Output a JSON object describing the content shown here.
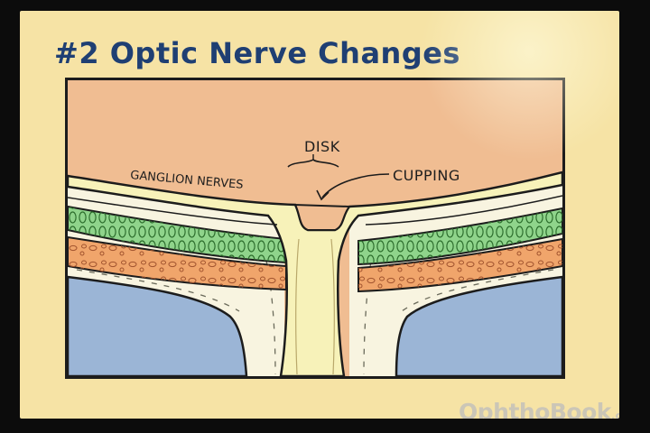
{
  "slide": {
    "title": "#2 Optic Nerve Changes"
  },
  "diagram": {
    "labels": {
      "disk": "DISK",
      "cupping": "CUPPING",
      "ganglion": "GANGLION NERVES"
    }
  },
  "branding": {
    "name": "OphthoBook",
    "suffix": ".com"
  },
  "colors": {
    "slide_bg": "#f6e3a5",
    "title": "#1f3f73",
    "vitreous": "#f0bd92",
    "nerve_fiber_layer": "#f7f2b9",
    "photoreceptor_layer": "#8fd48b",
    "rpe_choroid_layer": "#f0a56b",
    "sclera": "#f8f4e0",
    "orbit_fat": "#9bb5d6"
  }
}
